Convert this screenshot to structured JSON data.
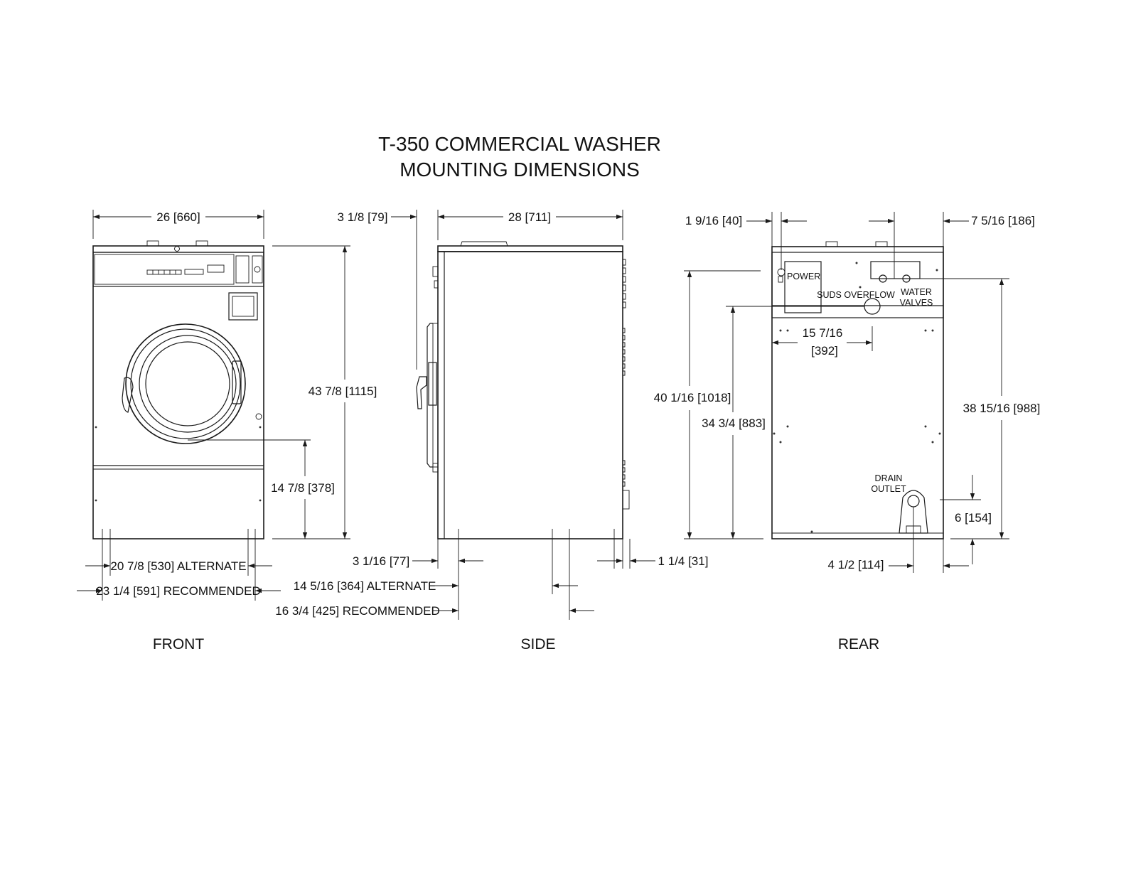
{
  "title": {
    "line1": "T-350 COMMERCIAL WASHER",
    "line2": "MOUNTING DIMENSIONS"
  },
  "views": {
    "front": "FRONT",
    "side": "SIDE",
    "rear": "REAR"
  },
  "front_dims": {
    "width": "26 [660]",
    "height": "43 7/8 [1115]",
    "door_center": "14 7/8 [378]",
    "alternate": "20 7/8 [530] ALTERNATE",
    "recommended": "23 1/4 [591] RECOMMENDED"
  },
  "side_dims": {
    "depth": "28 [711]",
    "handle_offset": "3 1/8 [79]",
    "front_foot": "3 1/16 [77]",
    "rear_foot": "1 1/4 [31]",
    "alternate": "14 5/16 [364] ALTERNATE",
    "recommended": "16 3/4 [425] RECOMMENDED"
  },
  "rear_dims": {
    "left_offset": "1 9/16 [40]",
    "right_offset": "7 5/16 [186]",
    "power_height": "40 1/16 [1018]",
    "suds_height": "34 3/4 [883]",
    "valves_height": "38 15/16 [988]",
    "suds_horizontal_l1": "15 7/16",
    "suds_horizontal_l2": "[392]",
    "drain_height": "6 [154]",
    "drain_offset": "4 1/2 [114]"
  },
  "rear_labels": {
    "power": "POWER",
    "suds_overflow": "SUDS OVERFLOW",
    "water_l1": "WATER",
    "water_l2": "VALVES",
    "drain_l1": "DRAIN",
    "drain_l2": "OUTLET"
  }
}
